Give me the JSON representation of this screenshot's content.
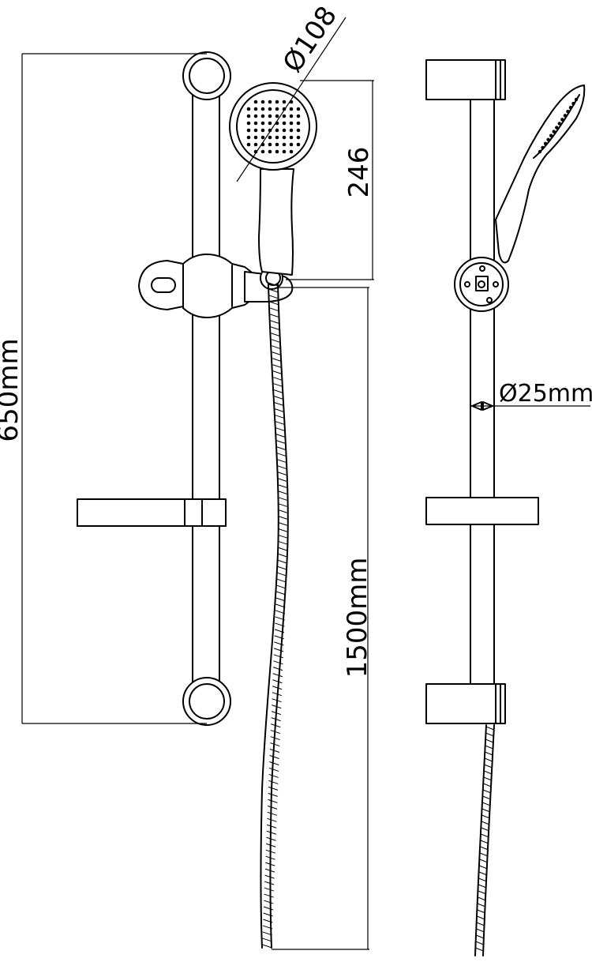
{
  "dimensions": {
    "rail_length": "650mm",
    "head_diameter": "Ø108",
    "handset_length": "246",
    "hose_length": "1500mm",
    "rail_diameter": "Ø25mm"
  }
}
